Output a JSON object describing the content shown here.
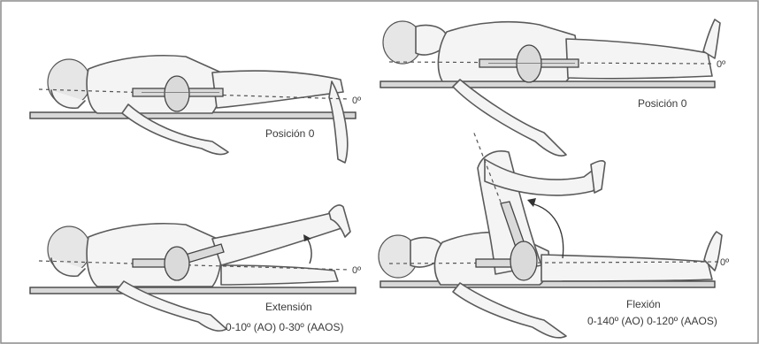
{
  "panels": {
    "prone_start": {
      "degree_label": "0º",
      "caption": "Posición 0"
    },
    "supine_start": {
      "degree_label": "0º",
      "caption": "Posición 0"
    },
    "prone_extension": {
      "degree_label": "0º",
      "caption_title": "Extensión",
      "caption_range": "0-10º (AO) 0-30º (AAOS)"
    },
    "supine_flexion": {
      "degree_label": "0º",
      "caption_title": "Flexión",
      "caption_range": "0-140º (AO) 0-120º (AAOS)"
    }
  }
}
